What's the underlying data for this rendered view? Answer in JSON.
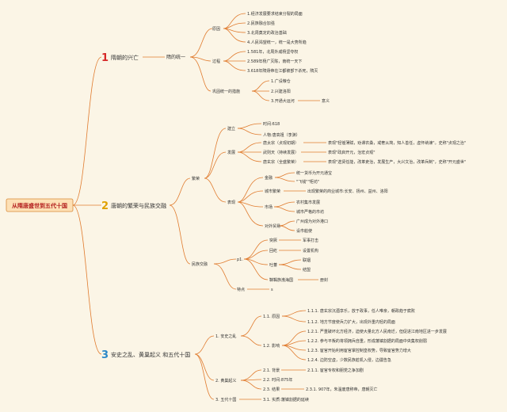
{
  "root": "从隋唐盛世到五代十国",
  "sections": [
    {
      "num": "1",
      "title": "隋朝的兴亡",
      "color": "#d62828"
    },
    {
      "num": "2",
      "title": "唐朝的繁荣与民族交融",
      "color": "#e0a100"
    },
    {
      "num": "3",
      "title": "安史之乱、黄巢起义 和五代十国",
      "color": "#2a88c8"
    }
  ],
  "s1": {
    "unify": "隋的统一",
    "cause": "原因",
    "causes": [
      "1.经济发展要求结束分裂的局面",
      "2.民族融合加强",
      "3.北周奠定的政治基础",
      "4.人民渴望统一，统一是大势所趋"
    ],
    "process": "过程",
    "processes": [
      "1.581年，北周外戚杨坚夺权",
      "2.589年杨广灭陈，南统一天下",
      "3.618年隋炀帝在江都被部下杀死，隋灭"
    ],
    "measures": "巩固统一的措施",
    "measure_items": [
      "1.广设粮仓",
      "2.兴建洛阳",
      "3.开通大运河"
    ],
    "canal_sig": "意义"
  },
  "s2": {
    "prosper": "繁荣",
    "found": "建立",
    "found_items": [
      "时间:618",
      "人物:唐高祖（李渊）"
    ],
    "develop": "发展",
    "reigns": [
      {
        "name": "唐太宗（贞观初期）",
        "desc": "表现\"轻徭薄赋，劝课农桑，戒奢从简，知人善任，虚怀纳谏\"。史称\"贞观之治\""
      },
      {
        "name": "武则天（持续发展）",
        "desc": "表现\"政启开元，治宏贞观\""
      },
      {
        "name": "唐玄宗（全盛繁荣）",
        "desc": "表现\"选贤任能，改革吏治，发展生产，大兴文治，改革兵制\"，史称\"开元盛世\""
      }
    ],
    "show": "表现",
    "gold": "金融",
    "gold_items": [
      "统一货币为开元通宝",
      "\"飞钱\"\"柜坊\""
    ],
    "city": "城市繁荣",
    "city_desc": "出现繁荣的商业城市:长安、扬州、益州、洛阳",
    "market": "市场",
    "market_items": [
      "农村集市发展",
      "城市严格的市坊"
    ],
    "trade": "对外贸易",
    "trade_items": [
      "广州成为对外港口",
      "设市舶使"
    ],
    "ethnic": "民族交融",
    "p1": "p1.",
    "tribes": [
      {
        "name": "突厥",
        "desc": "军事打击"
      },
      {
        "name": "回纥",
        "desc": "设置机构"
      },
      {
        "name": "吐蕃",
        "descs": [
          "联姻",
          "结盟"
        ]
      },
      {
        "name": "靺鞨族渤海国",
        "desc": "册封"
      }
    ],
    "feature": "特点",
    "feature_val": "s"
  },
  "s3": {
    "anshi": "1. 安史之乱",
    "anshi_cause": "1.1. 原因",
    "anshi_causes": [
      "1.1.1. 唐玄宗沉湎享乐，放于政事，任人唯亲，朝政趋于腐败",
      "1.1.2. 地方节度使兵力扩大，出现外重内轻的局面"
    ],
    "anshi_impact": "1.2. 影响",
    "anshi_impacts": [
      "1.2.1. 严重破坏北方经济，迫使大量北方人民南迁，但促进江南地区进一步发展",
      "1.2.2. 参与平叛的将领拥兵自重，形成藩镇割据的局面中央集权削弱",
      "1.2.3. 宦官开始利用宦官掌控制皇权势，导致宦官势力增大",
      "1.2.4. 边防空虚，少数民族趁机入侵，边疆告急"
    ],
    "huangchao": "2. 黄巢起义",
    "hc_bg": "2.1. 背景",
    "hc_bg_item": "2.1.1. 宦官专权和朋党之争加剧",
    "hc_time": "2.2. 时间:875年",
    "hc_result": "2.3. 结果",
    "hc_result_item": "2.3.1. 907年，朱温废唐称帝，唐朝灭亡",
    "five": "3. 五代十国",
    "five_item": "3.1. 实质:藩镇割据的延续"
  },
  "colors": {
    "line": "#e07b2e",
    "root_bg": "#fde0b5",
    "root_border": "#d88a3a",
    "root_text": "#b21b1b"
  }
}
